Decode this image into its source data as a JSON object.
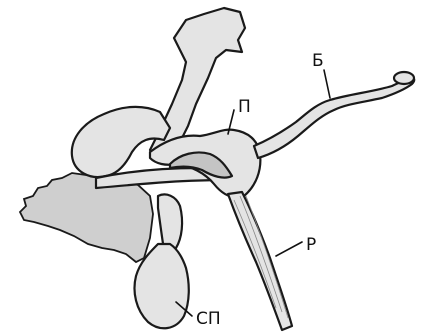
{
  "labels": {
    "b": "Б",
    "p": "П",
    "r": "Р",
    "sp": "СП"
  }
}
